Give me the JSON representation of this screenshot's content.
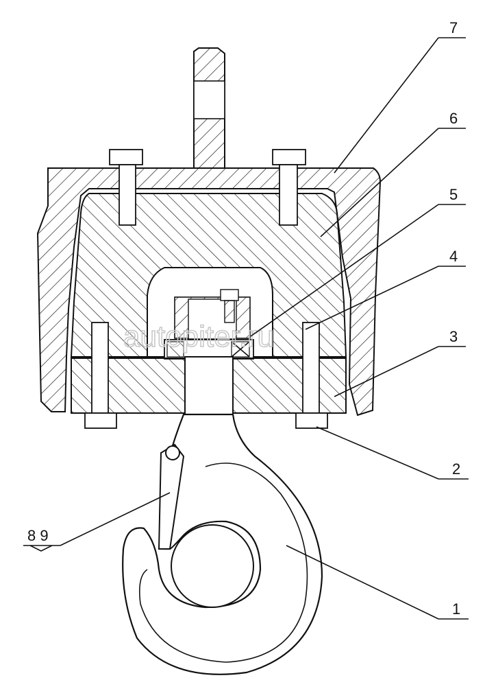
{
  "diagram": {
    "watermark": "autopiter.ru",
    "callouts": [
      {
        "id": "7",
        "text": "7"
      },
      {
        "id": "6",
        "text": "6"
      },
      {
        "id": "5",
        "text": "5"
      },
      {
        "id": "4",
        "text": "4"
      },
      {
        "id": "3",
        "text": "3"
      },
      {
        "id": "2",
        "text": "2"
      },
      {
        "id": "89",
        "text": "8 9"
      },
      {
        "id": "1",
        "text": "1"
      }
    ]
  },
  "colors": {
    "ink": "#111111",
    "paper": "#ffffff",
    "watermark": "#c9c9c9"
  }
}
